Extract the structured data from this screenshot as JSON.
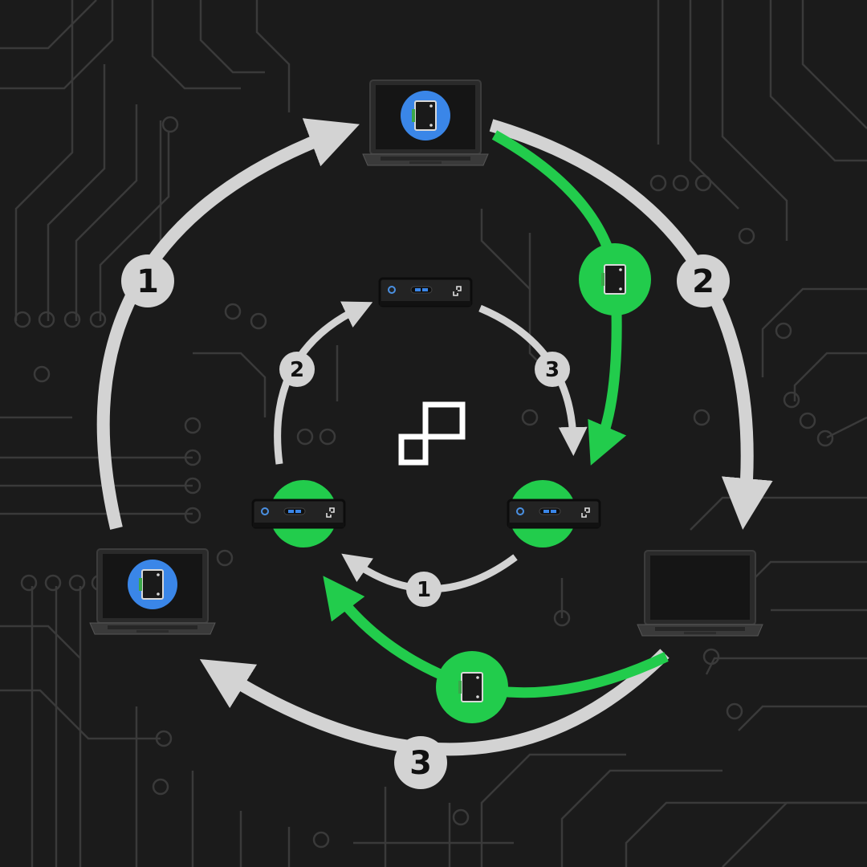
{
  "colors": {
    "background": "#1b1b1b",
    "circuit": "#3a3a3a",
    "arrow": "#d3d3d3",
    "accent": "#22cc4c",
    "ssd_badge": "#3a86e8",
    "device": "#2b2b2b"
  },
  "icons": {
    "center": "sync-swap-icon",
    "laptop": "laptop-icon",
    "mini_pc": "mini-pc-icon",
    "ssd": "ssd-chip-icon"
  },
  "outer_cycle": {
    "steps": [
      {
        "label": "1"
      },
      {
        "label": "2"
      },
      {
        "label": "3"
      }
    ]
  },
  "inner_cycle": {
    "steps": [
      {
        "label": "1"
      },
      {
        "label": "2"
      },
      {
        "label": "3"
      }
    ]
  }
}
